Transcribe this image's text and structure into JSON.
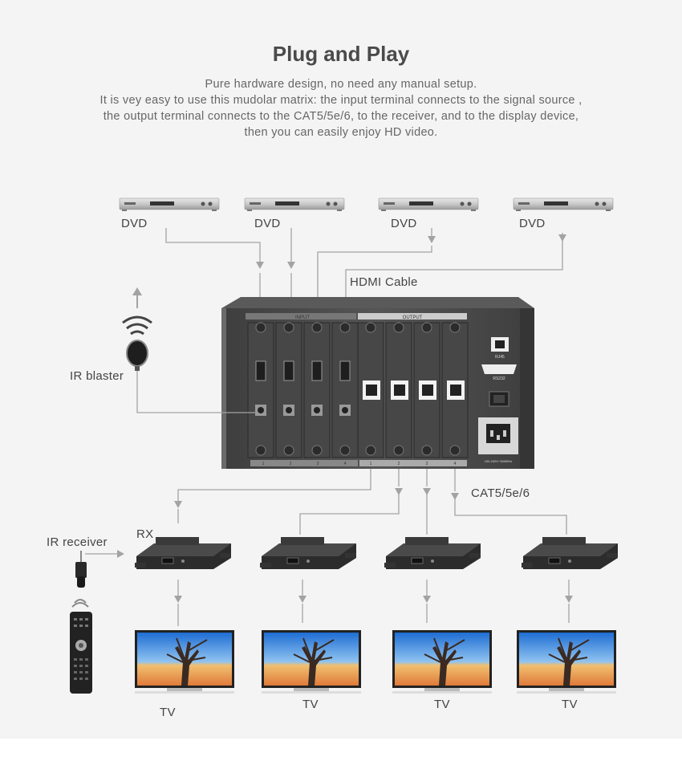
{
  "header": {
    "title": "Plug and Play",
    "lines": [
      "Pure hardware design, no need any manual setup.",
      "It is vey easy to use this mudolar matrix: the input terminal connects to the signal source ,",
      "the output terminal connects to the CAT5/5e/6,  to the receiver, and to the display device,",
      "then you can easily enjoy HD video."
    ]
  },
  "labels": {
    "dvd": [
      "DVD",
      "DVD",
      "DVD",
      "DVD"
    ],
    "hdmi_cable": "HDMI Cable",
    "ir_blaster": "IR blaster",
    "ir_receiver": "IR receiver",
    "rx": "RX",
    "cat": "CAT5/5e/6",
    "tv": [
      "TV",
      "TV",
      "TV",
      "TV"
    ]
  },
  "panel": {
    "input": "INPUT",
    "output": "OUTPUT",
    "rj45": "RJ45",
    "rs232": "RS232",
    "power": "100-240V~50/60Hz",
    "ports": [
      "1",
      "2",
      "3",
      "4",
      "1",
      "2",
      "3",
      "4"
    ]
  },
  "colors": {
    "connector_line": "#a3a3a3",
    "device_dark": "#3a3a3a",
    "chassis": "#4b4b4b"
  }
}
